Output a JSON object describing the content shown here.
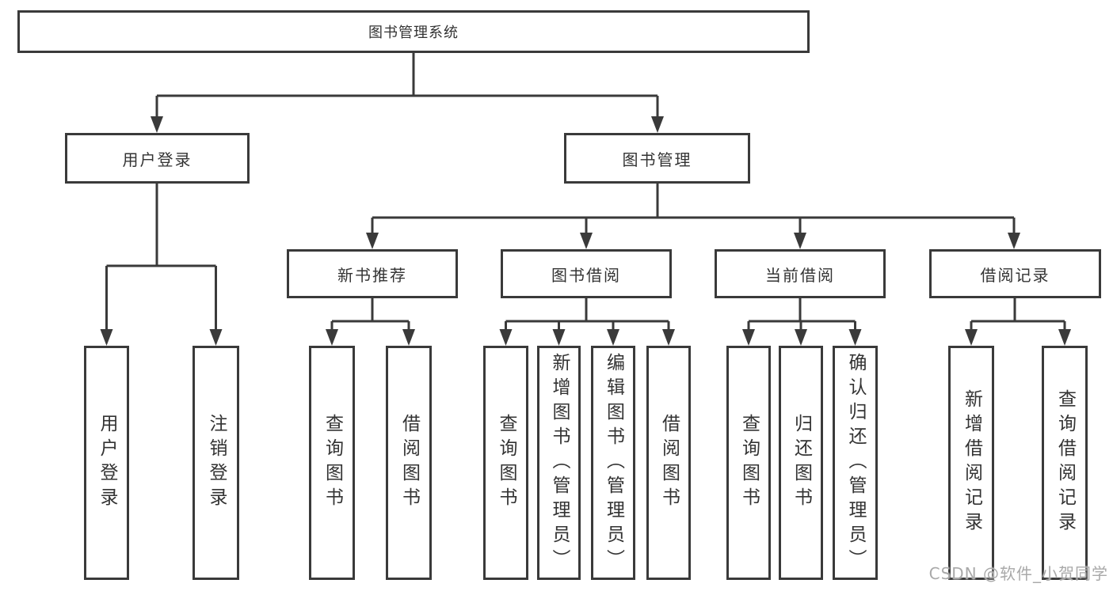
{
  "diagram": {
    "title": "图书管理系统",
    "branches": [
      {
        "label": "用户登录",
        "children": [
          "用户登录",
          "注销登录"
        ]
      },
      {
        "label": "图书管理",
        "sections": [
          {
            "label": "新书推荐",
            "children": [
              "查询图书",
              "借阅图书"
            ]
          },
          {
            "label": "图书借阅",
            "children": [
              "查询图书",
              "新增图书（管理员）",
              "编辑图书（管理员）",
              "借阅图书"
            ]
          },
          {
            "label": "当前借阅",
            "children": [
              "查询图书",
              "归还图书",
              "确认归还（管理员）"
            ]
          },
          {
            "label": "借阅记录",
            "children": [
              "新增借阅记录",
              "查询借阅记录"
            ]
          }
        ]
      }
    ]
  },
  "watermark": "CSDN @软件_小贺同学",
  "colors": {
    "line": "#3a3a3a",
    "text": "#333333",
    "watermark": "#a9a9a9",
    "background": "#ffffff"
  }
}
